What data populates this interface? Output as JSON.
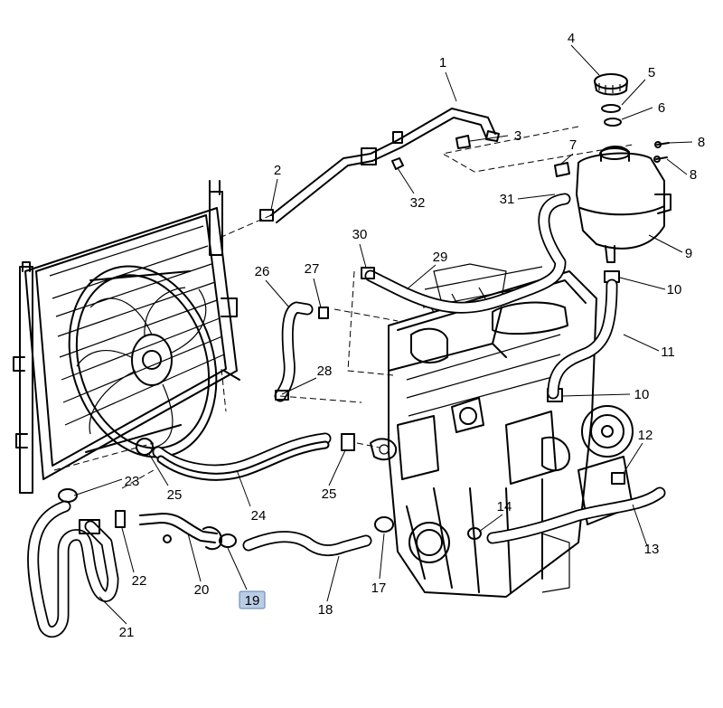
{
  "diagram": {
    "callouts": [
      {
        "id": "c1",
        "text": "1"
      },
      {
        "id": "c2",
        "text": "2"
      },
      {
        "id": "c3",
        "text": "3"
      },
      {
        "id": "c4",
        "text": "4"
      },
      {
        "id": "c5",
        "text": "5"
      },
      {
        "id": "c6",
        "text": "6"
      },
      {
        "id": "c7",
        "text": "7"
      },
      {
        "id": "c8a",
        "text": "8"
      },
      {
        "id": "c8b",
        "text": "8"
      },
      {
        "id": "c9",
        "text": "9"
      },
      {
        "id": "c10a",
        "text": "10"
      },
      {
        "id": "c10b",
        "text": "10"
      },
      {
        "id": "c11",
        "text": "11"
      },
      {
        "id": "c12",
        "text": "12"
      },
      {
        "id": "c13",
        "text": "13"
      },
      {
        "id": "c14",
        "text": "14"
      },
      {
        "id": "c17",
        "text": "17"
      },
      {
        "id": "c18",
        "text": "18"
      },
      {
        "id": "c19",
        "text": "19",
        "highlighted": true
      },
      {
        "id": "c20",
        "text": "20"
      },
      {
        "id": "c21",
        "text": "21"
      },
      {
        "id": "c22",
        "text": "22"
      },
      {
        "id": "c23",
        "text": "23"
      },
      {
        "id": "c24",
        "text": "24"
      },
      {
        "id": "c25a",
        "text": "25"
      },
      {
        "id": "c25b",
        "text": "25"
      },
      {
        "id": "c26",
        "text": "26"
      },
      {
        "id": "c27",
        "text": "27"
      },
      {
        "id": "c28",
        "text": "28"
      },
      {
        "id": "c29",
        "text": "29"
      },
      {
        "id": "c30",
        "text": "30"
      },
      {
        "id": "c31",
        "text": "31"
      },
      {
        "id": "c32",
        "text": "32"
      }
    ],
    "highlight_color": "#b9cde6"
  }
}
